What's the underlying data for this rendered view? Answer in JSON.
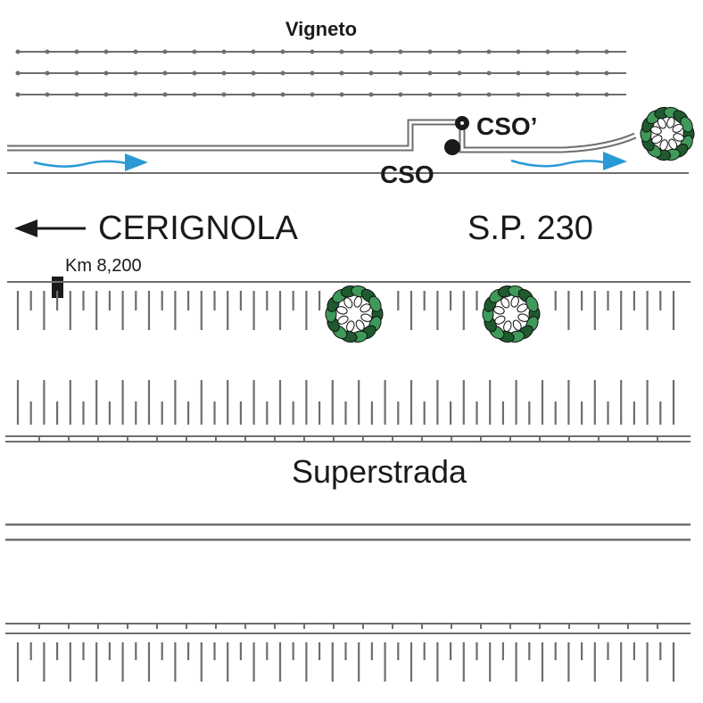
{
  "labels": {
    "vineyard": "Vigneto",
    "cso_prime": "CSO’",
    "cso": "CSO",
    "direction": "CERIGNOLA",
    "road": "S.P. 230",
    "km_marker": "Km 8,200",
    "superstrada": "Superstrada"
  },
  "colors": {
    "line": "#6e6e6e",
    "dark": "#1a1a1a",
    "flow_arrow": "#2a9ad6",
    "tree_dark": "#1f5a2e",
    "tree_light": "#3f9a5a"
  },
  "icons": {
    "direction_arrow": "arrow-left-icon",
    "flow_arrow": "water-flow-arrow-icon",
    "tree": "tree-canopy-icon",
    "km_post": "km-post-icon",
    "station": "station-dot-icon"
  }
}
